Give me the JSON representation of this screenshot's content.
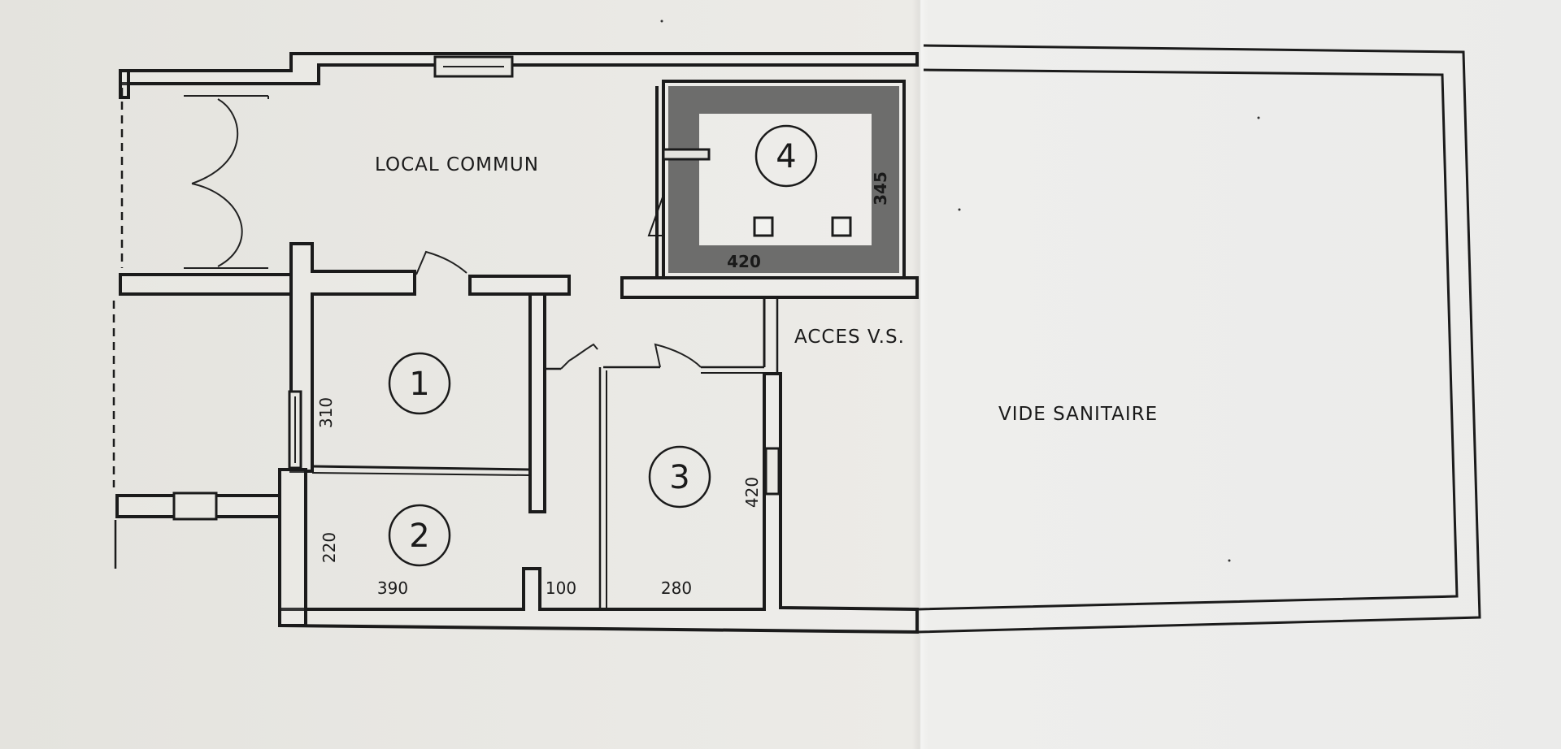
{
  "labels": {
    "local_commun": "LOCAL COMMUN",
    "acces_vs": "ACCES V.S.",
    "vide_sanitaire": "VIDE SANITAIRE"
  },
  "rooms": [
    {
      "number": "1"
    },
    {
      "number": "2"
    },
    {
      "number": "3"
    },
    {
      "number": "4"
    }
  ],
  "dimensions": {
    "room1_height": "310",
    "room2_height": "220",
    "room2_width": "390",
    "corridor_width": "100",
    "room3_width": "280",
    "room3_height": "420",
    "room4_width": "420",
    "room4_height": "345"
  },
  "colors": {
    "paper": "#e6e5e1",
    "ink": "#1b1b1b"
  }
}
